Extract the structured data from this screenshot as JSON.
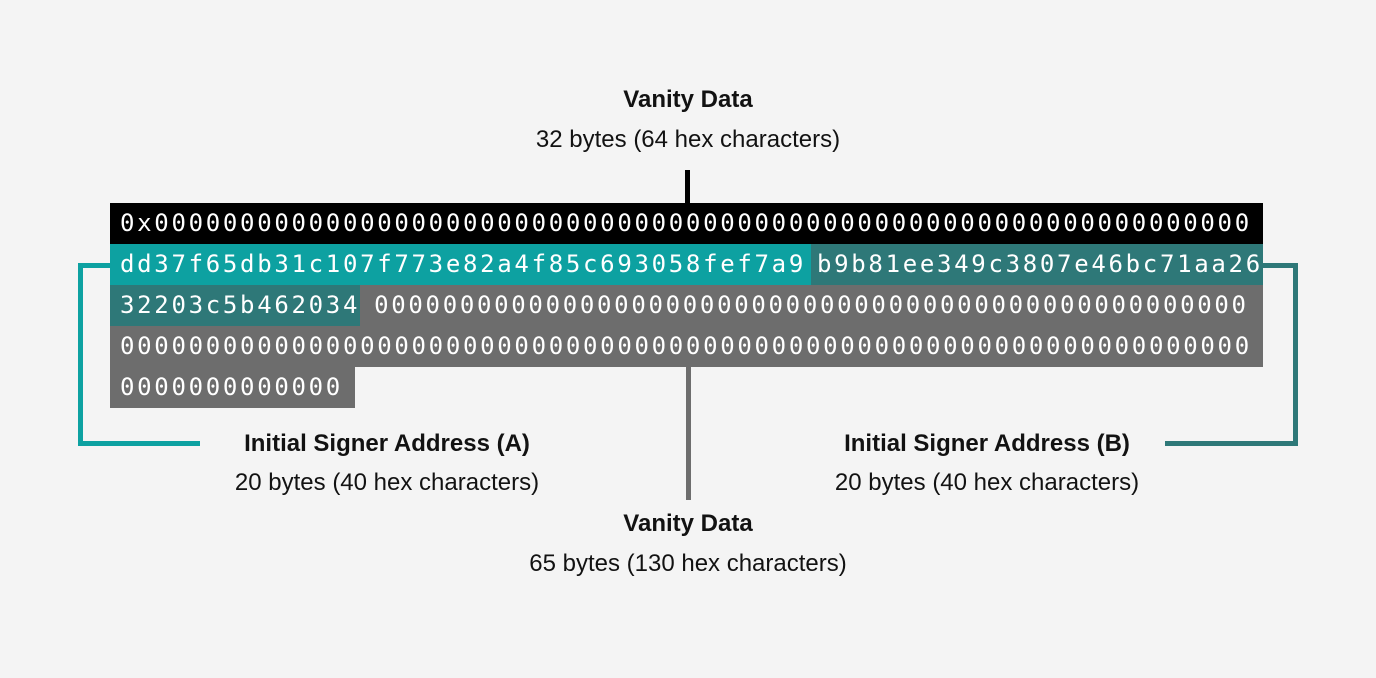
{
  "labels": {
    "top": {
      "title": "Vanity Data",
      "subtitle": "32 bytes (64 hex characters)"
    },
    "signer_a": {
      "title": "Initial Signer Address (A)",
      "subtitle": "20 bytes (40 hex characters)"
    },
    "signer_b": {
      "title": "Initial Signer Address (B)",
      "subtitle": "20 bytes (40 hex characters)"
    },
    "bottom": {
      "title": "Vanity Data",
      "subtitle": "65 bytes (130 hex characters)"
    }
  },
  "hex_rows": {
    "row1_prefix": "0x0000000000000000000000000000000000000000000000000000000000000000",
    "row2_signer_a": "dd37f65db31c107f773e82a4f85c693058fef7a9",
    "row2_signer_b_part1": "b9b81ee349c3807e46bc71aa26",
    "row3_signer_b_part2": "32203c5b462034",
    "row3_vanity_zeros": "000000000000000000000000000000000000000000000000000",
    "row4_vanity_zeros": "000000000000000000000000000000000000000000000000000000000000000000",
    "row5_vanity_zeros": "0000000000000"
  },
  "colors": {
    "background": "#f4f4f4",
    "prefix_row_black": "#000000",
    "signer_a_teal": "#0da1a1",
    "signer_b_teal": "#2e7878",
    "vanity_gray": "#6d6d6d",
    "row_text": "#ffffff",
    "label_text": "#121212"
  }
}
